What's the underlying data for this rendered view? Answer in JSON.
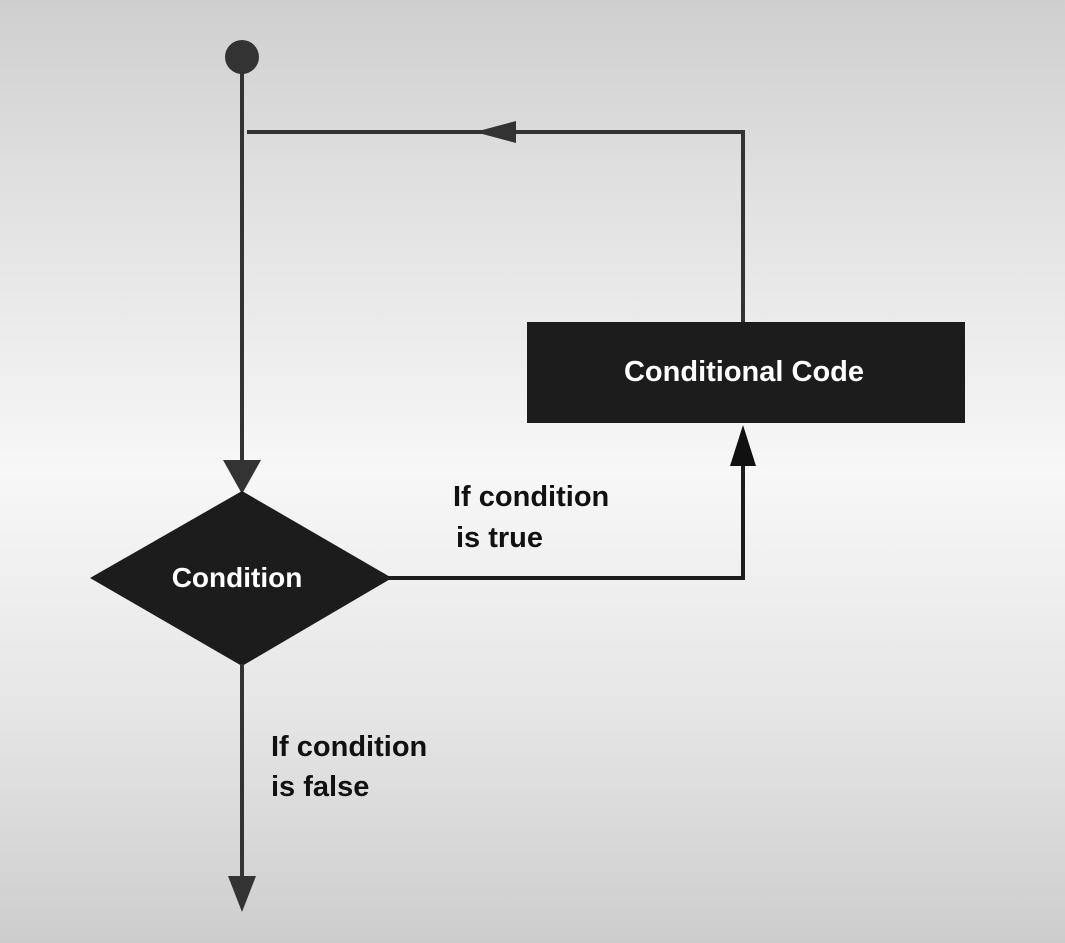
{
  "nodes": {
    "decision": {
      "label": "Condition"
    },
    "process": {
      "label": "Conditional Code"
    }
  },
  "edges": {
    "true_branch": {
      "label_lines": [
        "If condition",
        "is true"
      ]
    },
    "false_branch": {
      "label_lines": [
        "If condition",
        "is false"
      ]
    }
  },
  "colors": {
    "node_fill": "#1c1c1c",
    "node_text": "#ffffff",
    "line": "#333333",
    "edge_text": "#111111"
  }
}
